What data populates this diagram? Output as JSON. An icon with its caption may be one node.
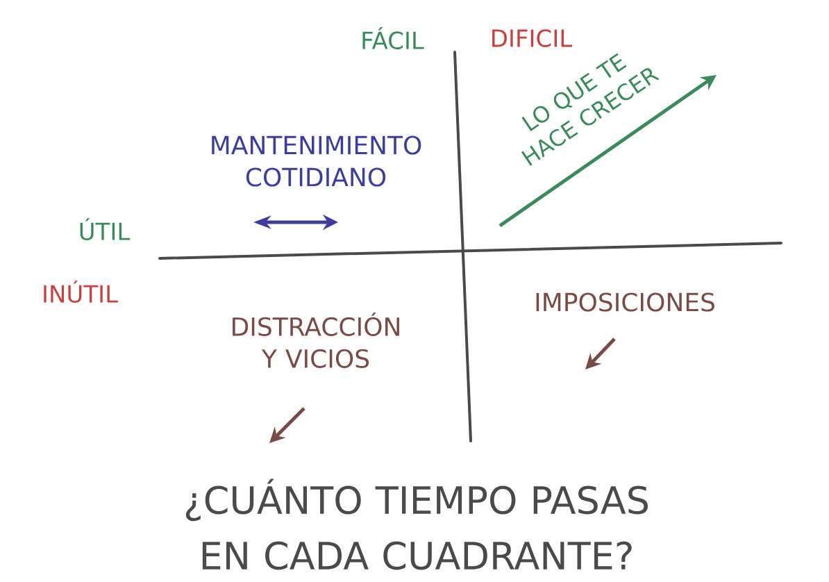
{
  "diagram": {
    "caption": "¿CUÁNTO TIEMPO PASAS EN CADA CUADRANTE?",
    "labels": [
      "FÁCIL",
      "DIFICIL",
      "MANTENIMIENTO COTIDIANO",
      "LO QUE TE HACE CRECER",
      "ÚTIL",
      "INÚTIL",
      "DISTRACCIÓN Y VICIOS",
      "IMPOSICIONES"
    ]
  }
}
